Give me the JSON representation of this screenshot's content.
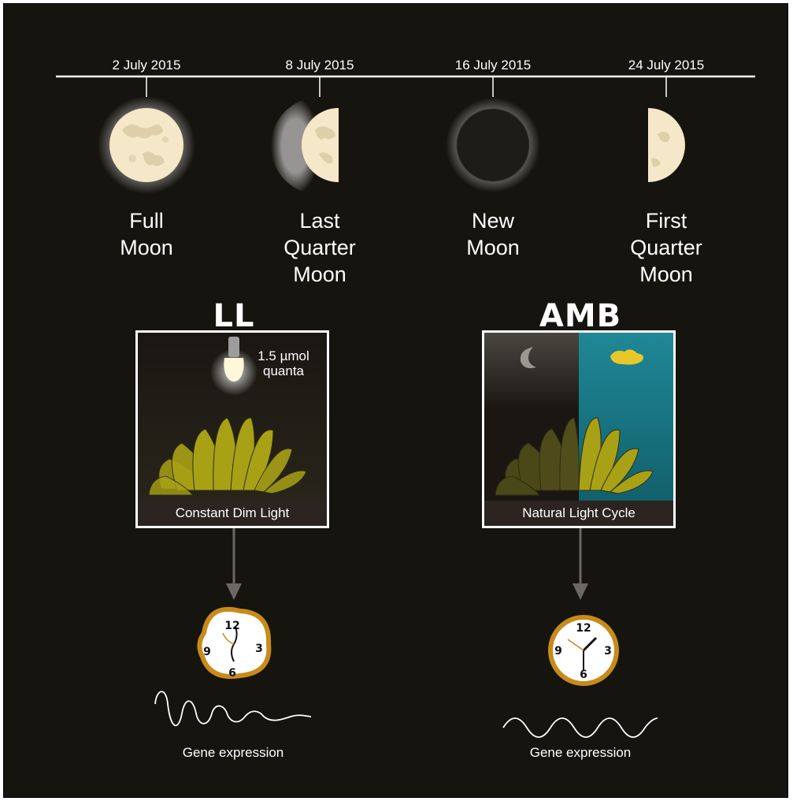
{
  "timeline": {
    "dates": [
      "2  July 2015",
      "8 July 2015",
      "16 July 2015",
      "24 July 2015"
    ],
    "phases": [
      {
        "line1": "Full",
        "line2": "Moon",
        "line3": ""
      },
      {
        "line1": "Last",
        "line2": "Quarter",
        "line3": "Moon"
      },
      {
        "line1": "New",
        "line2": "Moon",
        "line3": ""
      },
      {
        "line1": "First",
        "line2": "Quarter",
        "line3": "Moon"
      }
    ]
  },
  "conditions": {
    "ll": {
      "title": "LL",
      "intensity_line1": "1.5 µmol",
      "intensity_line2": "quanta",
      "box_label": "Constant Dim Light",
      "result": "Gene expression"
    },
    "amb": {
      "title": "AMB",
      "box_label": "Natural Light Cycle",
      "result": "Gene expression"
    }
  },
  "colors": {
    "background": "#16140f",
    "moon": "#f4e8c8",
    "coral": "#a8a116",
    "sea": "#1b7f8a",
    "clock_rim": "#c88b1a"
  },
  "clock_numbers": [
    "12",
    "3",
    "6",
    "9"
  ]
}
